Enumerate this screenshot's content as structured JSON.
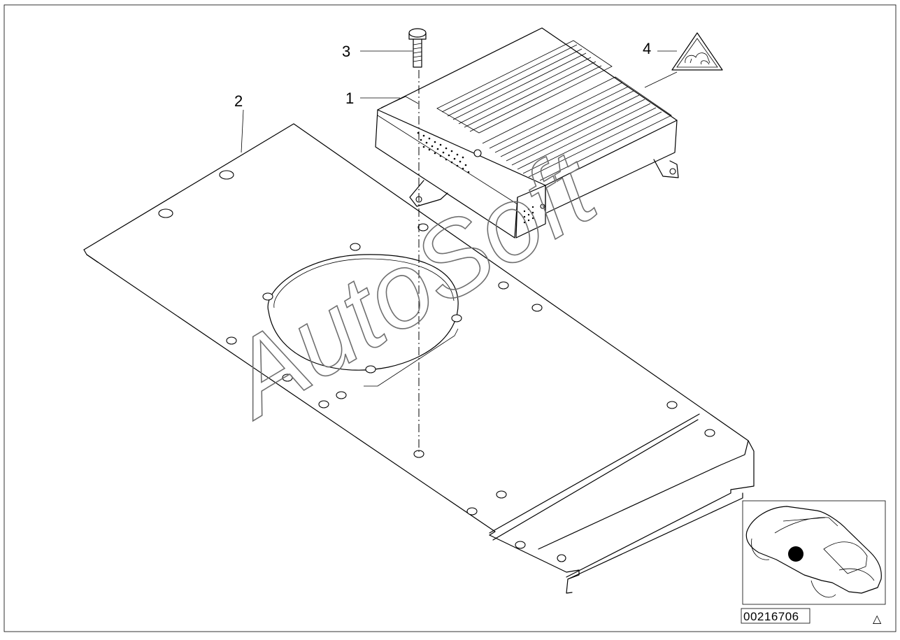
{
  "callouts": {
    "part1": "1",
    "part2": "2",
    "part3": "3",
    "part4": "4"
  },
  "watermark": "AutoSoft",
  "reference_number": "00216706",
  "corner_symbol": "△",
  "icons": {
    "warning": "amplifier-warning-triangle-icon",
    "locator": "car-location-icon",
    "corner": "triangle-outline-icon"
  },
  "colors": {
    "line": "#000000",
    "watermark": "#6f6f6f",
    "background": "#ffffff"
  }
}
